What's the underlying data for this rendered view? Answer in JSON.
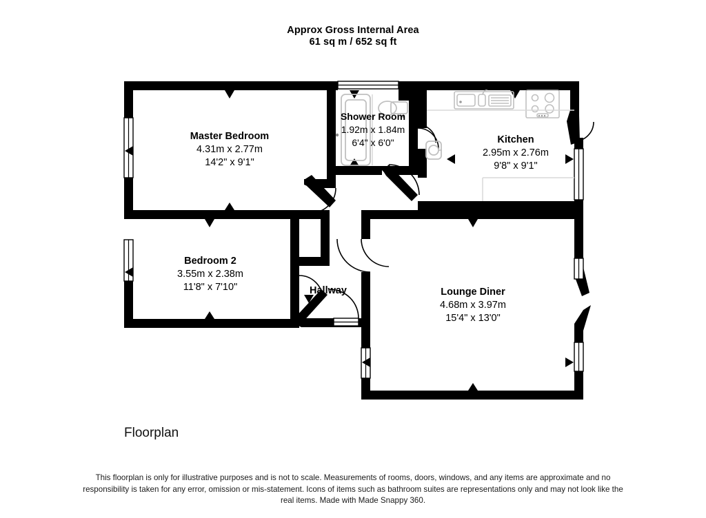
{
  "header": {
    "title_line1": "Approx Gross Internal Area",
    "title_line2": "61 sq m / 652 sq ft"
  },
  "rooms": [
    {
      "key": "master_bedroom",
      "name": "Master Bedroom",
      "dim_metric": "4.31m x 2.77m",
      "dim_imperial": "14'2\" x 9'1\""
    },
    {
      "key": "shower_room",
      "name": "Shower Room",
      "dim_metric": "1.92m x 1.84m",
      "dim_imperial": "6'4\" x 6'0\""
    },
    {
      "key": "kitchen",
      "name": "Kitchen",
      "dim_metric": "2.95m x 2.76m",
      "dim_imperial": "9'8\" x 9'1\""
    },
    {
      "key": "bedroom_2",
      "name": "Bedroom 2",
      "dim_metric": "3.55m x 2.38m",
      "dim_imperial": "11'8\" x 7'10\""
    },
    {
      "key": "lounge_diner",
      "name": "Lounge Diner",
      "dim_metric": "4.68m x 3.97m",
      "dim_imperial": "15'4\" x 13'0\""
    },
    {
      "key": "hallway",
      "name": "Hallway",
      "dim_metric": "",
      "dim_imperial": ""
    }
  ],
  "footer": {
    "caption": "Floorplan",
    "disclaimer": "This floorplan is only for illustrative purposes and is not to scale. Measurements of rooms, doors, windows, and any items are approximate and no responsibility is taken for any error, omission or mis-statement. Icons of items such as bathroom suites are representations only and may not look like the real items. Made with Made Snappy 360."
  },
  "fixtures": [
    {
      "key": "shower_tray",
      "label": "shower-tray-icon",
      "room": "shower_room"
    },
    {
      "key": "toilet",
      "label": "toilet-icon",
      "room": "shower_room"
    },
    {
      "key": "wash_basin",
      "label": "wash-basin-icon",
      "room": "shower_room"
    },
    {
      "key": "sink_drainer",
      "label": "kitchen-sink-icon",
      "room": "kitchen"
    },
    {
      "key": "hob",
      "label": "hob-icon",
      "room": "kitchen"
    },
    {
      "key": "counter",
      "label": "kitchen-counter-icon",
      "room": "kitchen"
    }
  ],
  "colors": {
    "wall": "#000000",
    "floor": "#ffffff",
    "fixture_outline": "#c8c8c8",
    "text": "#000000",
    "background": "#ffffff"
  }
}
